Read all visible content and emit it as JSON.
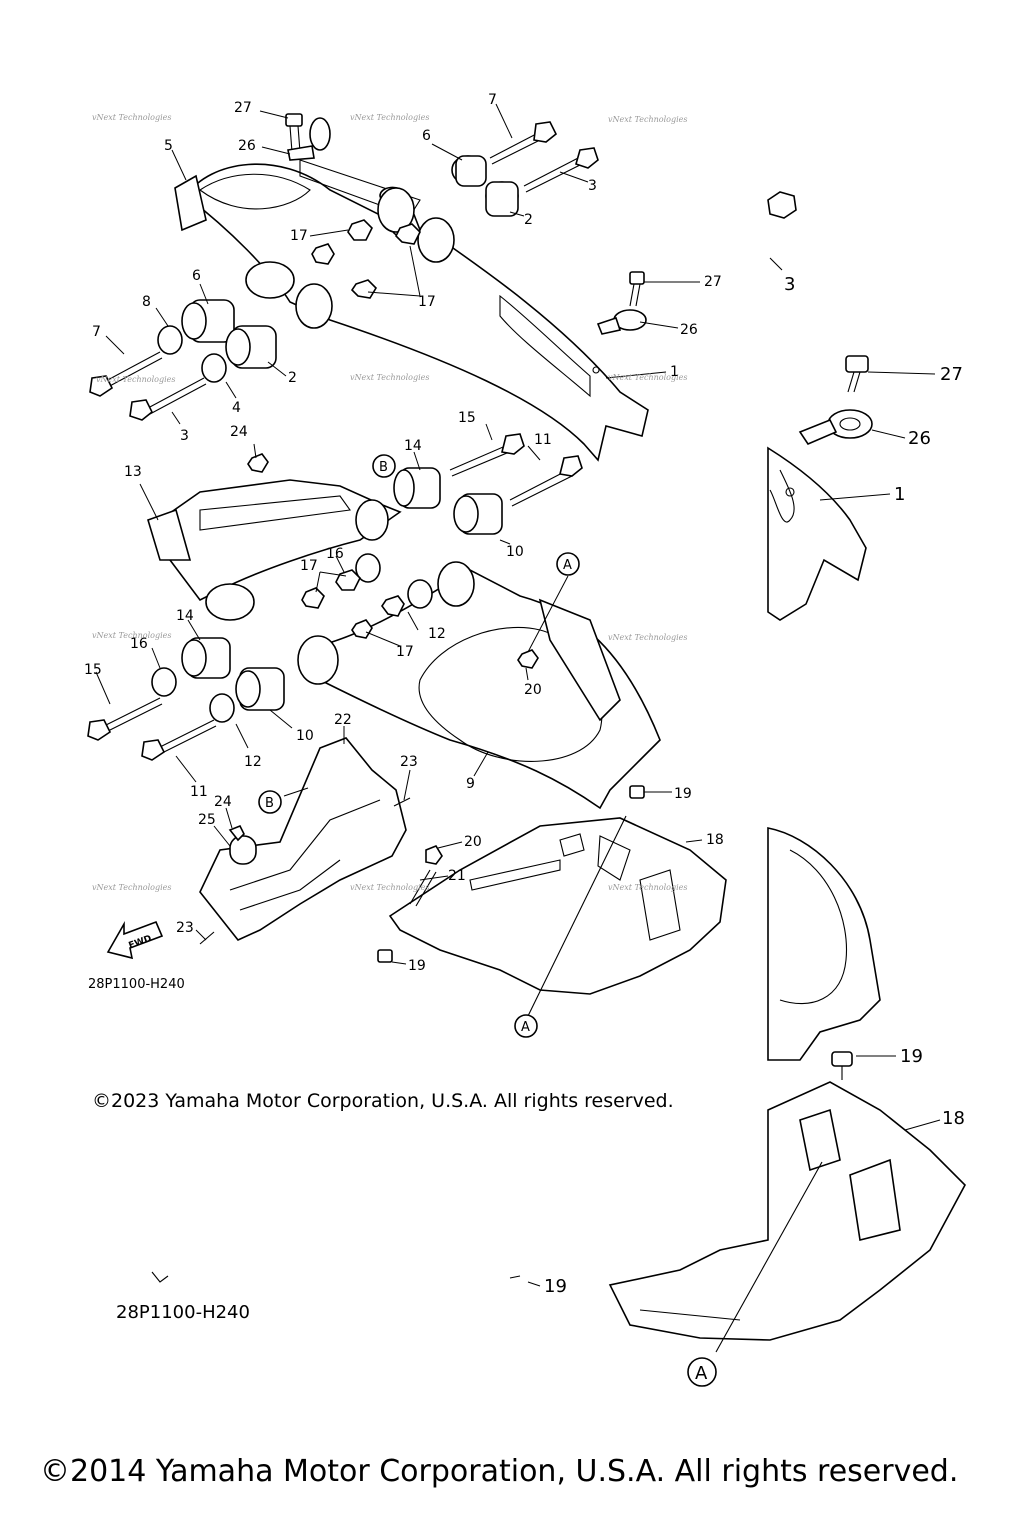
{
  "diagram_code": "28P1100-H240",
  "diagram_code_enlarged": "28P1100-H240",
  "copyright_small": "©2023 Yamaha Motor Corporation, U.S.A. All rights reserved.",
  "copyright_large": "©2014 Yamaha Motor Corporation, U.S.A. All rights reserved.",
  "watermark": "vNext Technologies",
  "fwd_label": "FWD",
  "ref_a": "A",
  "ref_b": "B",
  "callouts": [
    "1",
    "2",
    "3",
    "4",
    "5",
    "6",
    "7",
    "8",
    "9",
    "10",
    "11",
    "12",
    "13",
    "14",
    "15",
    "16",
    "17",
    "18",
    "19",
    "20",
    "21",
    "22",
    "23",
    "24",
    "25",
    "26",
    "27"
  ],
  "enlarged_callouts": [
    "1",
    "3",
    "18",
    "19",
    "26",
    "27"
  ]
}
